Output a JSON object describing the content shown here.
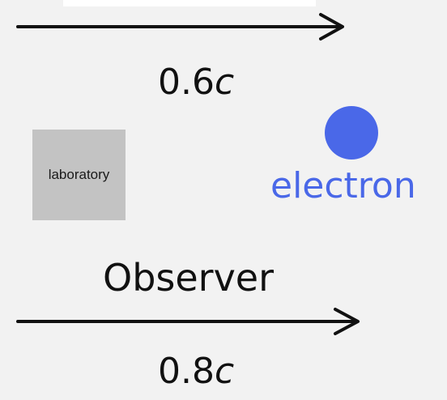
{
  "arrows": {
    "top": {
      "speed_value": "0.6",
      "speed_unit": "c"
    },
    "bottom": {
      "speed_value": "0.8",
      "speed_unit": "c"
    }
  },
  "laboratory": {
    "label": "laboratory"
  },
  "electron": {
    "label": "electron"
  },
  "observer": {
    "label": "Observer"
  },
  "colors": {
    "electron": "#4a68e8",
    "arrow": "#111111",
    "laboratory_box": "#c3c3c3"
  }
}
